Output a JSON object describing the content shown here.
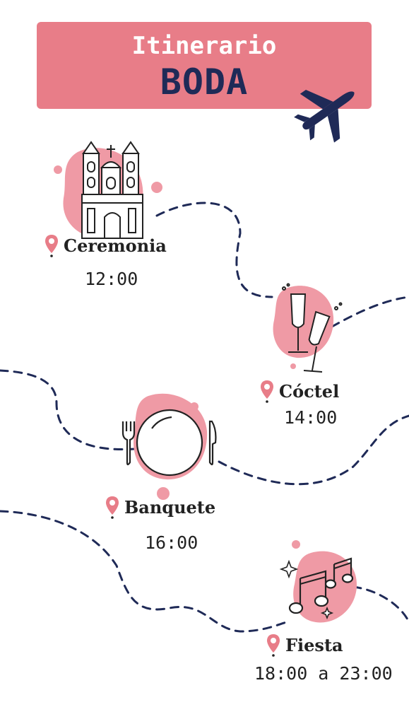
{
  "header": {
    "subtitle": "Itinerario",
    "title": "BODA",
    "icon": "airplane-icon"
  },
  "colors": {
    "accent": "#e87d88",
    "blob": "#ef9aa5",
    "navy": "#1f2a57",
    "ink": "#222222"
  },
  "stops": [
    {
      "name": "Ceremonia",
      "time": "12:00",
      "icon": "church-icon"
    },
    {
      "name": "Cóctel",
      "time": "14:00",
      "icon": "champagne-glasses-icon"
    },
    {
      "name": "Banquete",
      "time": "16:00",
      "icon": "plate-cutlery-icon"
    },
    {
      "name": "Fiesta",
      "time": "18:00 a 23:00",
      "icon": "music-notes-icon"
    }
  ]
}
